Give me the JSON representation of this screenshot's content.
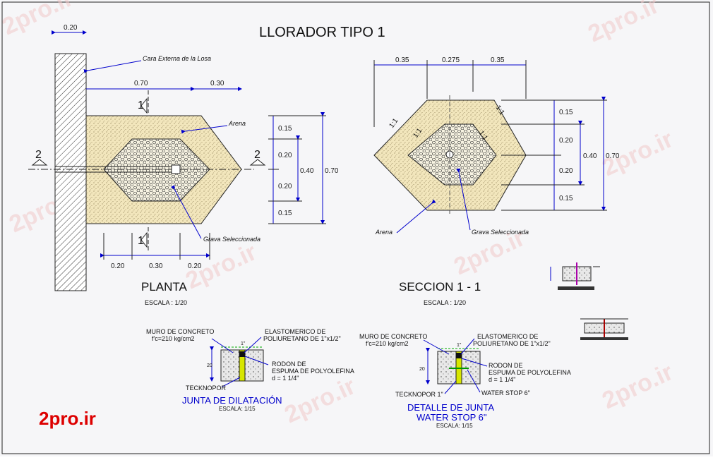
{
  "title": "LLORADOR TIPO  1",
  "watermark": "2pro.ir",
  "logo": "2pro.ir",
  "colors": {
    "dim_line": "#0000cc",
    "sand": "#f2e6bc",
    "gravel": "#f7f3e2",
    "watermark": "#f0c8c8",
    "logo": "#dd0000",
    "blue_title": "#0000cc"
  },
  "planta": {
    "title": "PLANTA",
    "scale": "ESCALA : 1/20",
    "top_dims": [
      "0.20",
      "0.70",
      "0.30"
    ],
    "bottom_dims": [
      "0.20",
      "0.30",
      "0.20"
    ],
    "right_dims": [
      "0.15",
      "0.20",
      "0.20",
      "0.15"
    ],
    "right_total_inner": "0.40",
    "right_total": "0.70",
    "section_mark": "1",
    "section_mark_2": "2",
    "label_cara": "Cara Externa de la Losa",
    "label_arena": "Arena",
    "label_grava": "Grava Seleccionada"
  },
  "seccion": {
    "title": "SECCION  1 - 1",
    "scale": "ESCALA : 1/20",
    "top_dims": [
      "0.35",
      "0.275",
      "0.35"
    ],
    "right_dims": [
      "0.15",
      "0.20",
      "0.20",
      "0.15"
    ],
    "right_total_inner": "0.40",
    "right_total": "0.70",
    "slope": "1:1",
    "label_arena": "Arena",
    "label_grava": "Grava Seleccionada"
  },
  "junta1": {
    "title": "JUNTA DE DILATACIÓN",
    "scale": "ESCALA: 1/15",
    "muro": "MURO DE CONCRETO",
    "fc": "f'c=210 kg/cm2",
    "elasto1": "ELASTOMERICO DE",
    "elasto2": "POLIURETANO DE 1\"x1/2\"",
    "rodon1": "RODON DE",
    "rodon2": "ESPUMA DE POLYOLEFINA",
    "rodon3": "d = 1 1/4\"",
    "tecknopor": "TECKNOPOR",
    "dim_side": "20",
    "dim_top": "1\""
  },
  "junta2": {
    "title1": "DETALLE DE JUNTA",
    "title2": "WATER STOP 6\"",
    "scale": "ESCALA: 1/15",
    "muro": "MURO DE CONCRETO",
    "fc": "f'c=210 kg/cm2",
    "elasto1": "ELASTOMERICO DE",
    "elasto2": "POLIURETANO DE 1\"x1/2\"",
    "rodon1": "RODON DE",
    "rodon2": "ESPUMA DE POLYOLEFINA",
    "rodon3": "d = 1 1/4\"",
    "tecknopor": "TECKNOPOR 1\"",
    "waterstop": "WATER STOP 6\"",
    "dim_side": "20",
    "dim_top": "1\""
  }
}
